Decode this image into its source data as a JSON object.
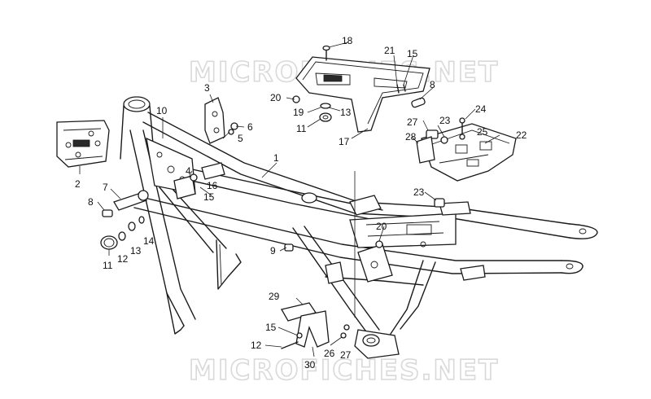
{
  "watermark": {
    "top": "MICROFICHES.NET",
    "bottom": "MICROFICHES.NET"
  },
  "callouts": {
    "c1": "1",
    "c2": "2",
    "c3": "3",
    "c4": "4",
    "c5": "5",
    "c6": "6",
    "c7": "7",
    "c8a": "8",
    "c8b": "8",
    "c9": "9",
    "c10": "10",
    "c11a": "11",
    "c11b": "11",
    "c12a": "12",
    "c12b": "12",
    "c13a": "13",
    "c13b": "13",
    "c14": "14",
    "c15a": "15",
    "c15b": "15",
    "c15c": "15",
    "c16": "16",
    "c17": "17",
    "c18": "18",
    "c19": "19",
    "c20a": "20",
    "c20b": "20",
    "c21": "21",
    "c22": "22",
    "c23a": "23",
    "c23b": "23",
    "c24": "24",
    "c25": "25",
    "c26": "26",
    "c27a": "27",
    "c27b": "27",
    "c28": "28",
    "c29": "29",
    "c30": "30"
  }
}
